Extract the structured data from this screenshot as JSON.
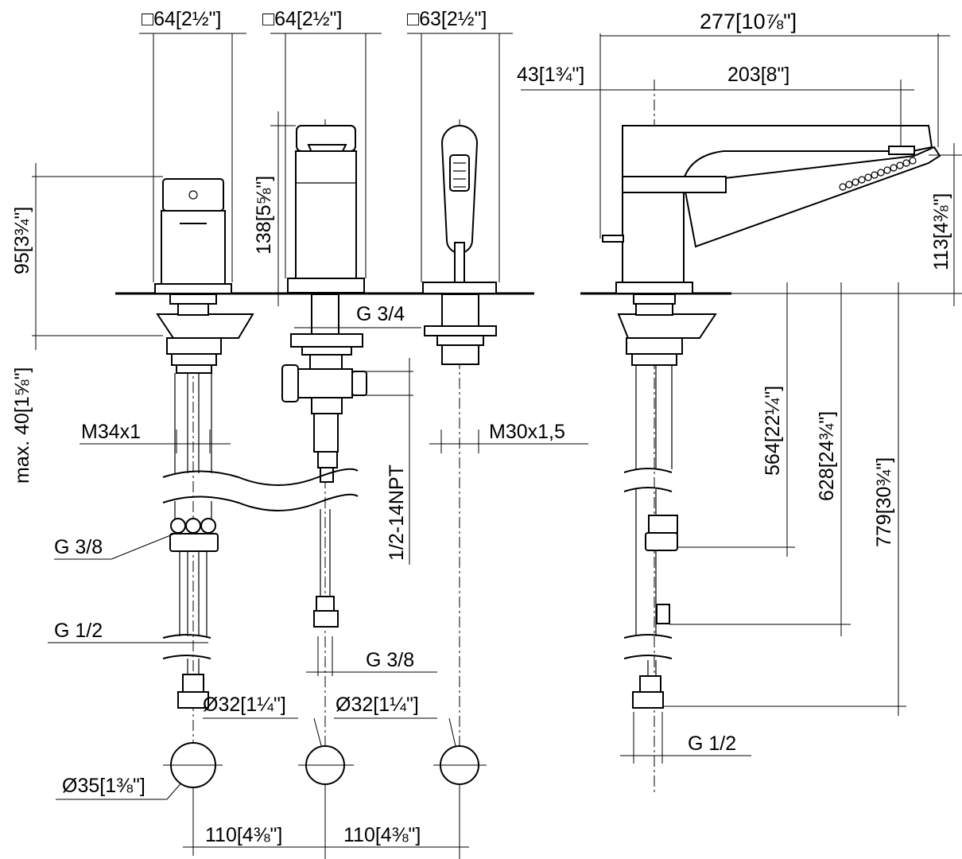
{
  "colors": {
    "line": "#000000",
    "background": "#ffffff"
  },
  "labels": {
    "top_width_1": "□64[2½\"]",
    "top_width_2": "□64[2½\"]",
    "top_width_3": "□63[2½\"]",
    "overall_length": "277[10⅞\"]",
    "spout_offset": "43[1¾\"]",
    "spout_reach": "203[8\"]",
    "lever_height": "95[3¾\"]",
    "spout_height": "138[5⅝\"]",
    "side_height": "113[4⅜\"]",
    "max_deck": "max. 40[1⅝\"]",
    "thread_m34": "M34x1",
    "thread_g34": "G 3/4",
    "thread_m30": "M30x1,5",
    "thread_npt": "1/2-14NPT",
    "conn_g38_left": "G 3/8",
    "conn_g12_left": "G 1/2",
    "conn_g38_mid": "G 3/8",
    "conn_g12_right": "G 1/2",
    "hose_564": "564[22¼\"]",
    "hose_628": "628[24¾\"]",
    "hose_779": "779[30¾\"]",
    "hole_32_a": "Ø32[1¼\"]",
    "hole_32_b": "Ø32[1¼\"]",
    "hole_35": "Ø35[1⅜\"]",
    "spacing_1": "110[4⅜\"]",
    "spacing_2": "110[4⅜\"]"
  }
}
